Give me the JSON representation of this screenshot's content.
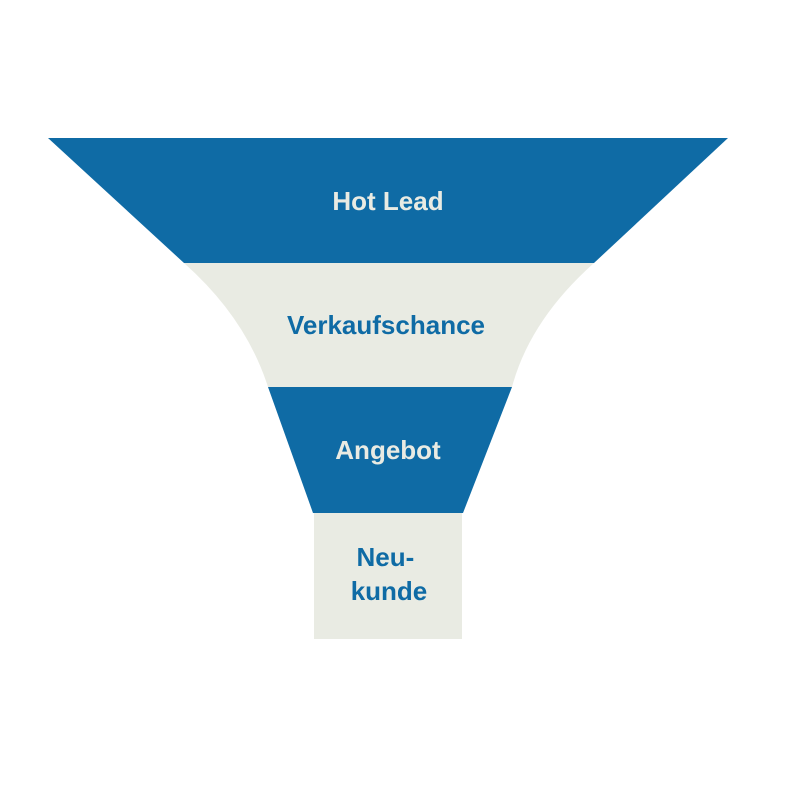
{
  "colors": {
    "background": "#ffffff",
    "blue": "#0f6ba5",
    "light": "#e9ebe3"
  },
  "funnel": {
    "stages": [
      {
        "label_lines": [
          "Hot Lead"
        ],
        "fill": "#0f6ba5",
        "text_color": "#e9ebe3"
      },
      {
        "label_lines": [
          "Verkaufschance"
        ],
        "fill": "#e9ebe3",
        "text_color": "#0f6ba5"
      },
      {
        "label_lines": [
          "Angebot"
        ],
        "fill": "#0f6ba5",
        "text_color": "#e9ebe3"
      },
      {
        "label_lines": [
          "Neu-",
          "kunde"
        ],
        "fill": "#e9ebe3",
        "text_color": "#0f6ba5"
      }
    ]
  }
}
